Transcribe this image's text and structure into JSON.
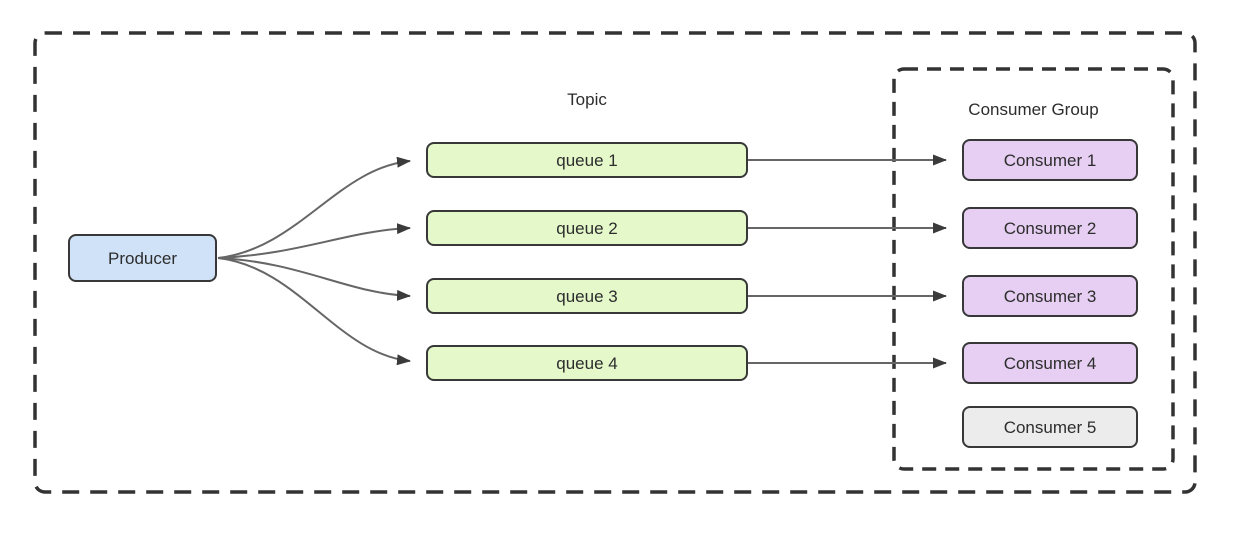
{
  "diagram": {
    "producer": {
      "label": "Producer"
    },
    "topic": {
      "label": "Topic",
      "queues": [
        {
          "label": "queue 1"
        },
        {
          "label": "queue 2"
        },
        {
          "label": "queue 3"
        },
        {
          "label": "queue 4"
        }
      ]
    },
    "consumer_group": {
      "label": "Consumer Group",
      "consumers": [
        {
          "label": "Consumer 1",
          "state": "active"
        },
        {
          "label": "Consumer 2",
          "state": "active"
        },
        {
          "label": "Consumer 3",
          "state": "active"
        },
        {
          "label": "Consumer 4",
          "state": "active"
        },
        {
          "label": "Consumer 5",
          "state": "idle"
        }
      ]
    },
    "edges": [
      {
        "from": "Producer",
        "to": "queue 1"
      },
      {
        "from": "Producer",
        "to": "queue 2"
      },
      {
        "from": "Producer",
        "to": "queue 3"
      },
      {
        "from": "Producer",
        "to": "queue 4"
      },
      {
        "from": "queue 1",
        "to": "Consumer 1"
      },
      {
        "from": "queue 2",
        "to": "Consumer 2"
      },
      {
        "from": "queue 3",
        "to": "Consumer 3"
      },
      {
        "from": "queue 4",
        "to": "Consumer 4"
      }
    ]
  },
  "colors": {
    "producer_fill": "#cfe2f7",
    "queue_fill": "#e4f8ca",
    "consumer_fill": "#e6cff2",
    "idle_consumer_fill": "#ececec",
    "box_border": "#383838",
    "edge_stroke": "#666666",
    "arrowhead_fill": "#3b3b3b",
    "dashed_border": "#333333"
  }
}
